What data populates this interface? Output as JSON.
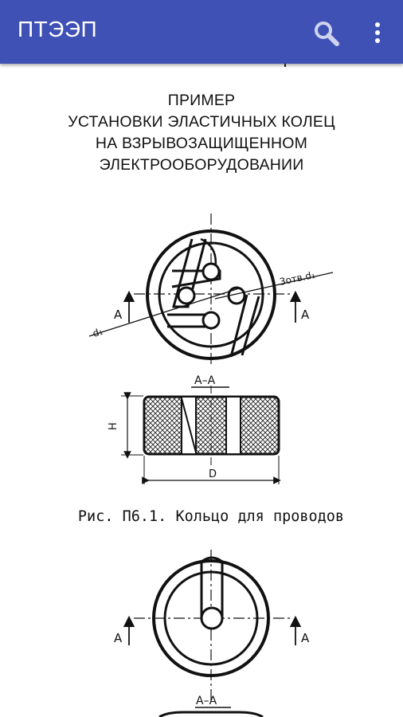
{
  "appbar": {
    "title": "ПТЭЭП",
    "search_icon": "search-icon",
    "more_icon": "more-vert-icon",
    "color": "#3f51b5"
  },
  "document": {
    "title_lines": [
      "ПРИМЕР",
      "УСТАНОВКИ ЭЛАСТИЧНЫХ КОЛЕЦ",
      "НА ВЗРЫВОЗАЩИЩЕННОМ",
      "ЭЛЕКТРООБОРУДОВАНИИ"
    ],
    "figure1": {
      "section_left": "А",
      "section_right": "А",
      "hole_label_left": "d₁",
      "hole_label_right": "3отв.d₁",
      "section_label": "А–А",
      "dim_height": "H",
      "dim_diameter": "D",
      "caption": "Рис. П6.1. Кольцо для проводов"
    },
    "figure2": {
      "section_left": "А",
      "section_right": "А",
      "section_label": "А–А"
    }
  }
}
